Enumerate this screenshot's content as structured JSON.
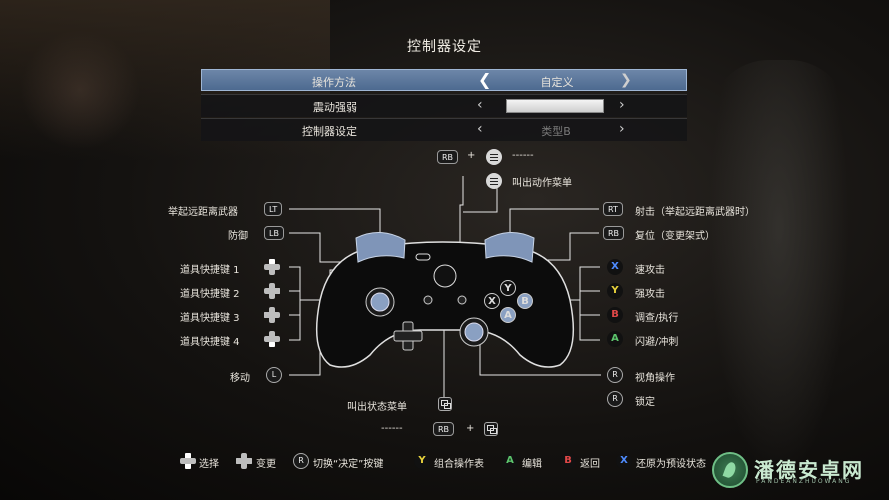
{
  "title": "控制器设定",
  "settings": [
    {
      "label": "操作方法",
      "value": "自定义"
    },
    {
      "label": "震动强弱",
      "value": ""
    },
    {
      "label": "控制器设定",
      "value": "类型B"
    }
  ],
  "top": {
    "rb_label": "RB",
    "plus": "+",
    "dashes": "------",
    "menu_text": "叫出动作菜单"
  },
  "left": {
    "lt_text": "举起远距离武器",
    "lt_btn": "LT",
    "lb_text": "防御",
    "lb_btn": "LB",
    "item1": "道具快捷键 1",
    "item2": "道具快捷键 2",
    "item3": "道具快捷键 3",
    "item4": "道具快捷键 4",
    "move_text": "移动",
    "move_btn": "L"
  },
  "right": {
    "rt_btn": "RT",
    "rt_text": "射击（举起远距离武器时）",
    "rb_btn": "RB",
    "rb_text": "复位（变更架式）",
    "x_btn": "X",
    "x_text": "速攻击",
    "y_btn": "Y",
    "y_text": "强攻击",
    "b_btn": "B",
    "b_text": "调查/执行",
    "a_btn": "A",
    "a_text": "闪避/冲刺",
    "r_btn": "R",
    "r_text": "视角操作",
    "r2_text": "锁定"
  },
  "bottom_center": {
    "status_text": "叫出状态菜单",
    "dashes": "------",
    "rb_label": "RB",
    "plus": "+"
  },
  "footer": {
    "select": "选择",
    "change": "变更",
    "switch_btn": "R",
    "switch": "切换“决定”按键",
    "y_btn": "Y",
    "combo": "组合操作表",
    "a_btn": "A",
    "edit": "编辑",
    "b_btn": "B",
    "back": "返回",
    "x_btn": "X",
    "reset": "还原为预设状态"
  },
  "watermark": {
    "name": "潘德安卓网",
    "sub": "PANDEANZHUOWANG"
  },
  "colors": {
    "accent_blue": "#5a77a0",
    "x": "#4f8cff",
    "y": "#e8d23c",
    "b": "#e04848",
    "a": "#5cc46c",
    "line": "#e6e6e6"
  }
}
